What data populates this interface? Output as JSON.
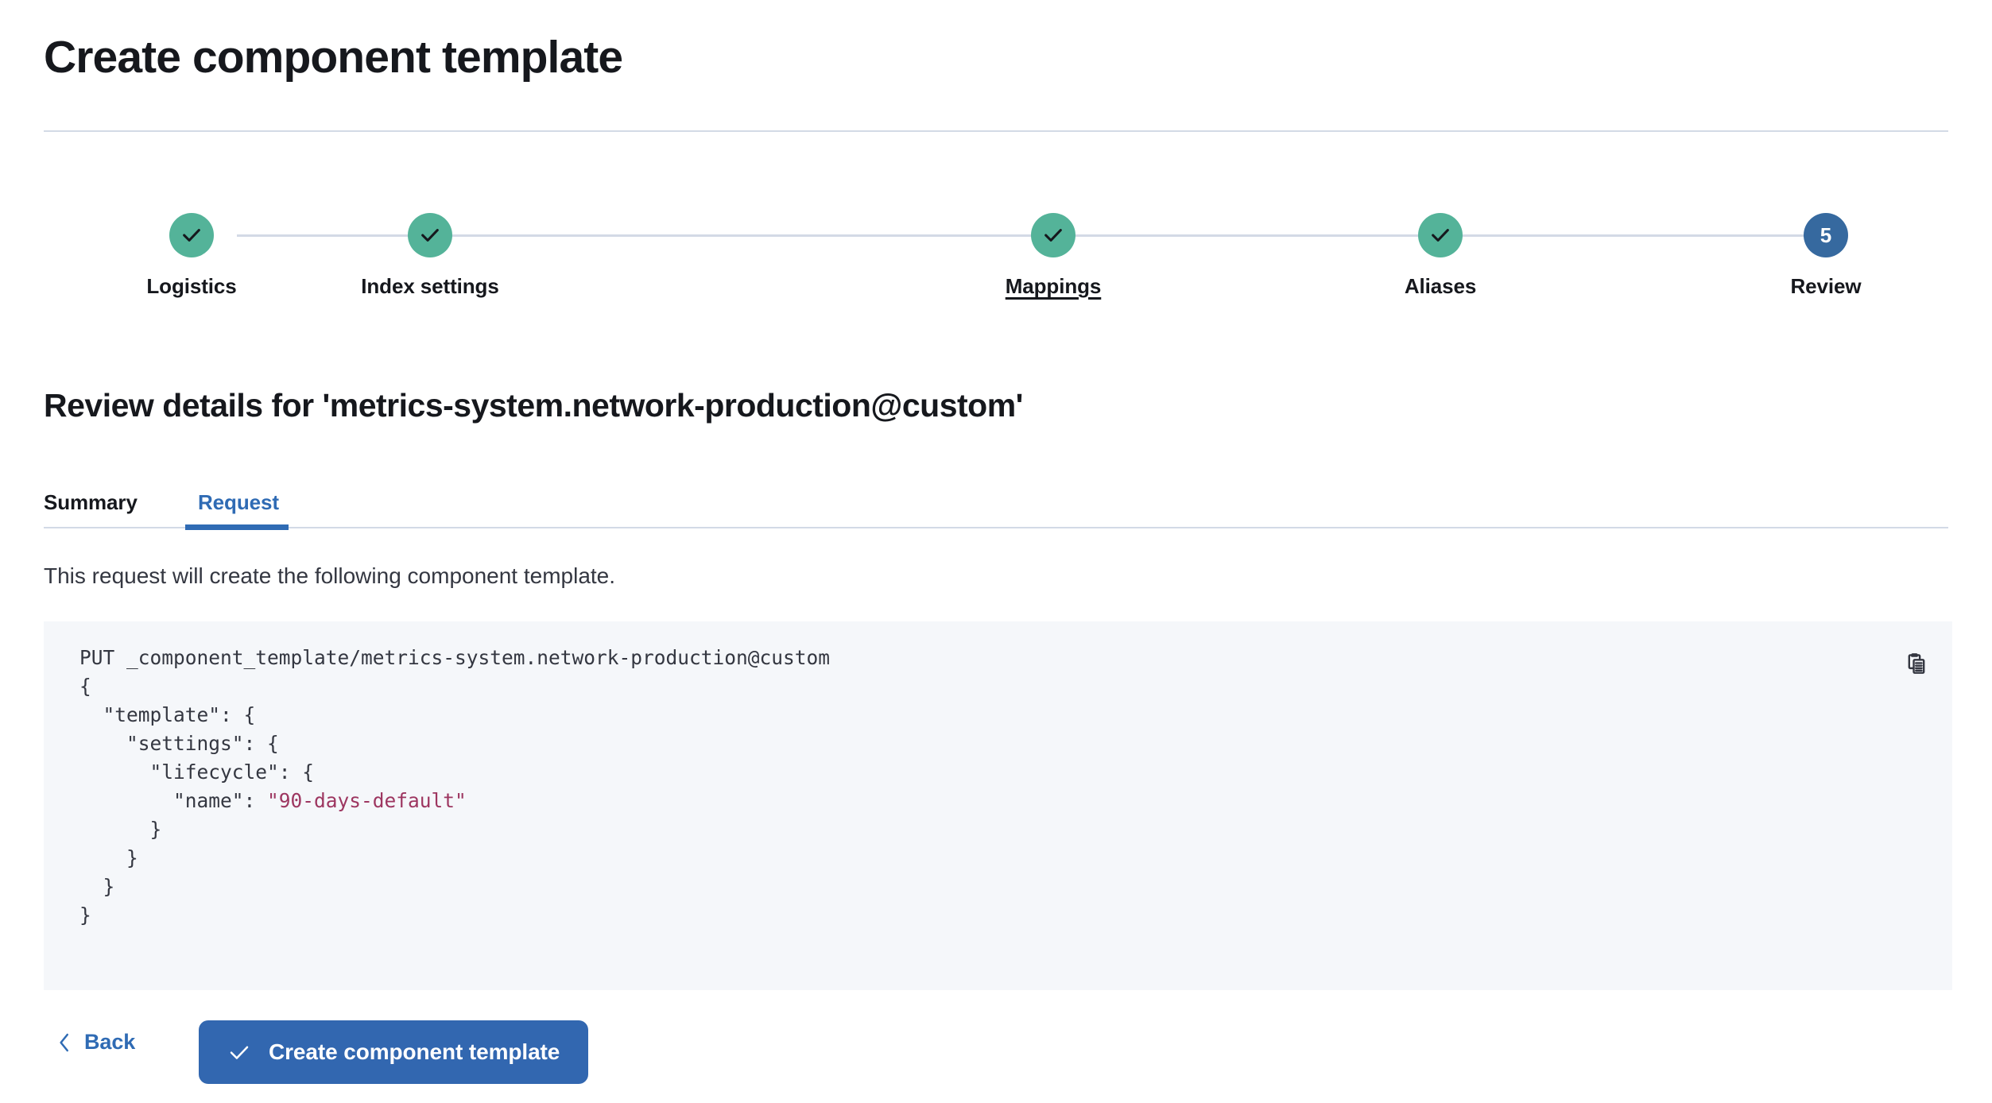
{
  "page": {
    "title": "Create component template"
  },
  "stepper": {
    "steps": [
      {
        "label": "Logistics",
        "state": "complete",
        "icon": "check-icon",
        "number": "1",
        "hovered": false
      },
      {
        "label": "Index settings",
        "state": "complete",
        "icon": "check-icon",
        "number": "2",
        "hovered": false
      },
      {
        "label": "Mappings",
        "state": "complete",
        "icon": "check-icon",
        "number": "3",
        "hovered": true
      },
      {
        "label": "Aliases",
        "state": "complete",
        "icon": "check-icon",
        "number": "4",
        "hovered": false
      },
      {
        "label": "Review",
        "state": "current",
        "icon": "",
        "number": "5",
        "hovered": false
      }
    ],
    "colors": {
      "complete": "#54b399",
      "current": "#36699f",
      "line": "#d3dae6"
    }
  },
  "review": {
    "heading": "Review details for 'metrics-system.network-production@custom'",
    "template_name": "metrics-system.network-production@custom",
    "tabs": [
      {
        "label": "Summary",
        "active": false
      },
      {
        "label": "Request",
        "active": true
      }
    ],
    "active_tab_color": "#2f6bb4",
    "description": "This request will create the following component template."
  },
  "code": {
    "copy_icon": "copy-clipboard-icon",
    "method": "PUT",
    "path": "_component_template/metrics-system.network-production@custom",
    "lines": [
      "PUT _component_template/metrics-system.network-production@custom",
      "{",
      "  \"template\": {",
      "    \"settings\": {",
      "      \"lifecycle\": {",
      "        \"name\": \"90-days-default\"",
      "      }",
      "    }",
      "  }",
      "}"
    ],
    "string_value": "\"90-days-default\"",
    "string_color": "#9d3660",
    "background": "#f5f7fa"
  },
  "footer": {
    "back_label": "Back",
    "back_icon": "chevron-left-icon",
    "create_label": "Create component template",
    "create_icon": "check-icon",
    "create_color": "#3267b0"
  }
}
